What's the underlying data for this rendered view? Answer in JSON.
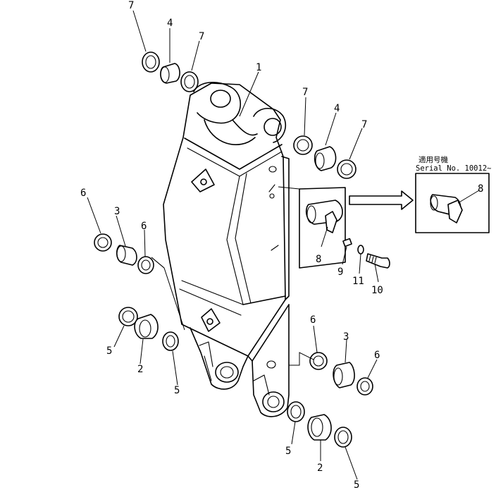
{
  "callouts": {
    "c7a": "7",
    "c4a": "4",
    "c7b": "7",
    "c1": "1",
    "c7c": "7",
    "c4b": "4",
    "c7d": "7",
    "c6a": "6",
    "c3a": "3",
    "c6b": "6",
    "c5a": "5",
    "c2a": "2",
    "c5b": "5",
    "c8a": "8",
    "c9": "9",
    "c11": "11",
    "c10": "10",
    "c8b": "8",
    "c6c": "6",
    "c3b": "3",
    "c6d": "6",
    "c5c": "5",
    "c2b": "2",
    "c5d": "5"
  },
  "applicability": {
    "line1": "適用号機",
    "line2": "Serial No. 10012~"
  }
}
